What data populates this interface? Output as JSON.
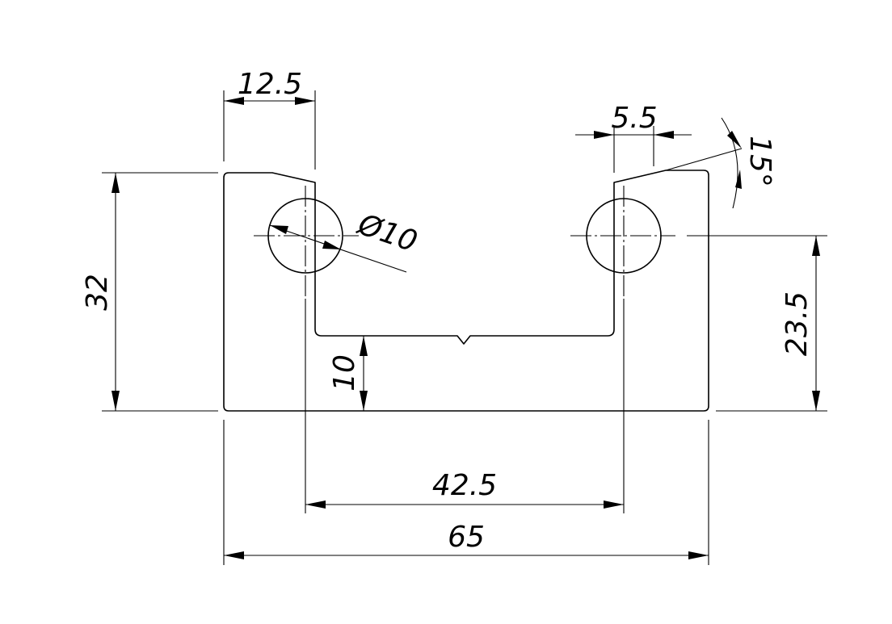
{
  "drawing": {
    "units": "mm",
    "part": "U-channel profile with two Ø10 holes and 15° chamfers"
  },
  "dimensions": {
    "overall_width": "65",
    "hole_spacing": "42.5",
    "overall_height": "32",
    "hole_center_height": "23.5",
    "base_thickness": "10",
    "left_top_width": "12.5",
    "right_top_width": "5.5",
    "hole_diameter": "Ø10",
    "chamfer_angle": "15°"
  }
}
